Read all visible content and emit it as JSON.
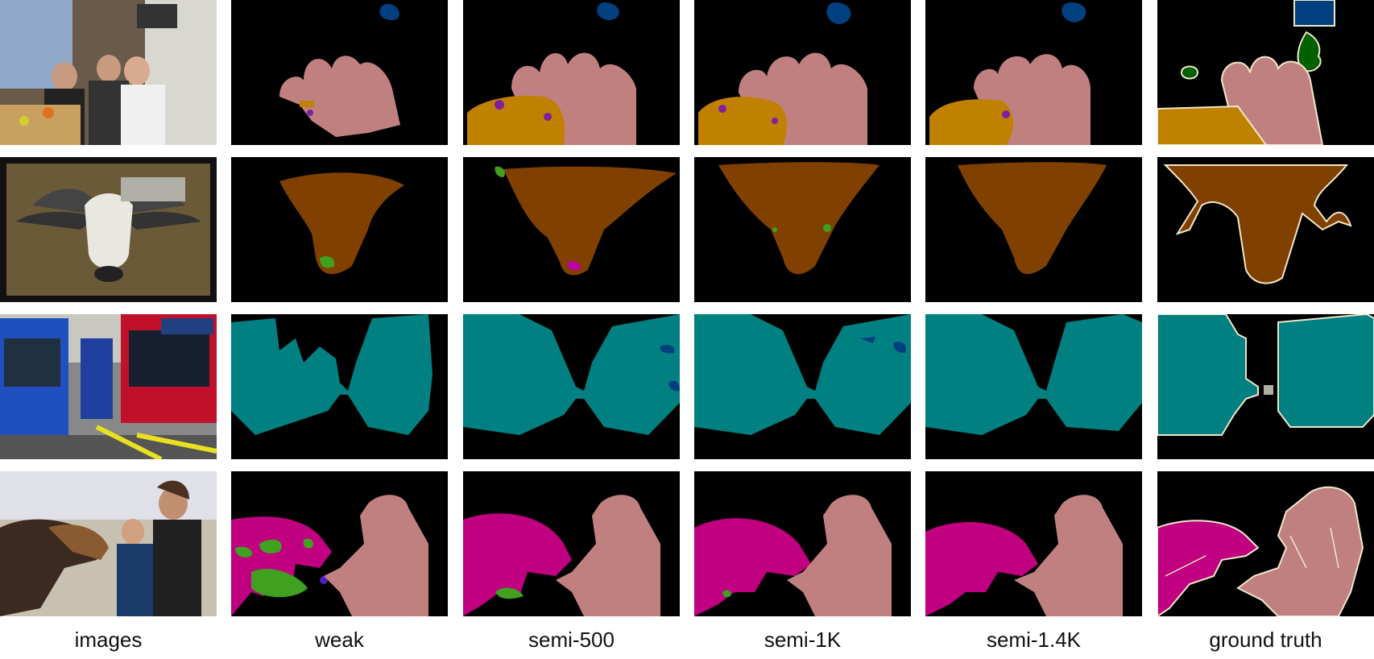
{
  "columns": [
    {
      "id": "images",
      "label": "images"
    },
    {
      "id": "weak",
      "label": "weak"
    },
    {
      "id": "semi-500",
      "label": "semi-500"
    },
    {
      "id": "semi-1K",
      "label": "semi-1K"
    },
    {
      "id": "semi-1.4K",
      "label": "semi-1.4K"
    },
    {
      "id": "ground-truth",
      "label": "ground truth"
    }
  ],
  "rows": [
    {
      "id": "living-room-people"
    },
    {
      "id": "ram"
    },
    {
      "id": "buses"
    },
    {
      "id": "horse-and-people"
    }
  ],
  "class_colors": {
    "background": "#000000",
    "person": "#c08080",
    "dining-table": "#c08000",
    "tv-monitor": "#004080",
    "potted-plant": "#006000",
    "sheep": "#804000",
    "bus": "#008080",
    "horse": "#c00080",
    "boundary": "#f0e6c8"
  }
}
